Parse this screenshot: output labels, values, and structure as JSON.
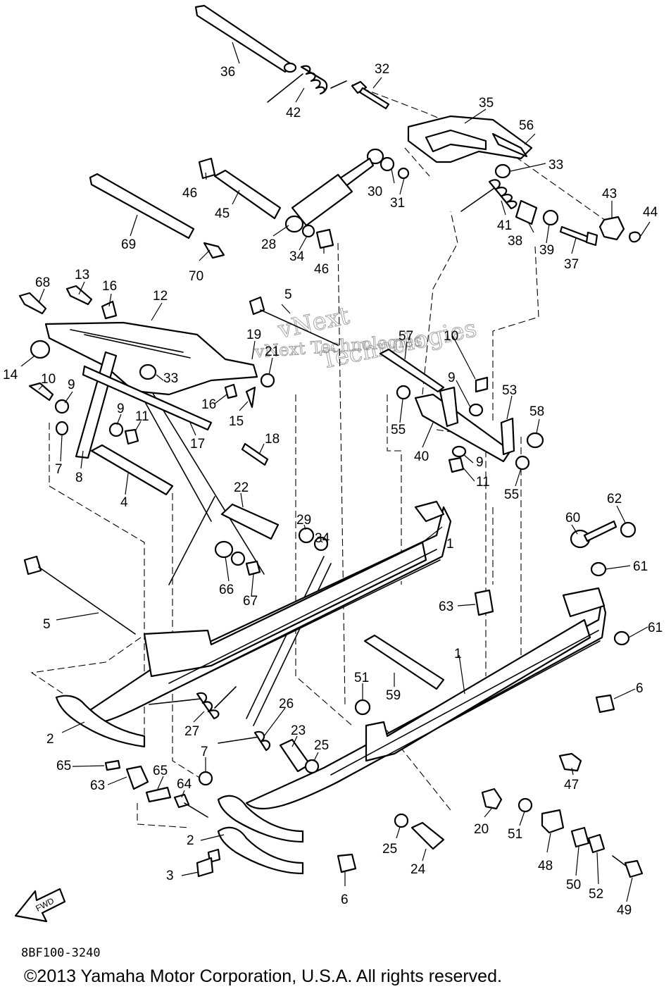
{
  "diagram": {
    "catalog_code": "8BF100-3240",
    "copyright": "©2013 Yamaha Motor Corporation, U.S.A. All rights reserved.",
    "watermark": [
      "vNext",
      "Technologies",
      "vNext Technologies"
    ],
    "fwd_label": "FWD",
    "callouts": {
      "c1a": "1",
      "c1b": "1",
      "c2a": "2",
      "c2b": "2",
      "c3": "3",
      "c4": "4",
      "c5a": "5",
      "c5b": "5",
      "c6a": "6",
      "c6b": "6",
      "c7a": "7",
      "c7b": "7",
      "c8": "8",
      "c9a": "9",
      "c9b": "9",
      "c9c": "9",
      "c9d": "9",
      "c10a": "10",
      "c10b": "10",
      "c11a": "11",
      "c11b": "11",
      "c12": "12",
      "c13": "13",
      "c14": "14",
      "c15": "15",
      "c16a": "16",
      "c16b": "16",
      "c17": "17",
      "c18": "18",
      "c19": "19",
      "c20": "20",
      "c21": "21",
      "c22": "22",
      "c23": "23",
      "c24": "24",
      "c25a": "25",
      "c25b": "25",
      "c26": "26",
      "c27": "27",
      "c28": "28",
      "c29": "29",
      "c30": "30",
      "c31": "31",
      "c32": "32",
      "c33a": "33",
      "c33b": "33",
      "c34a": "34",
      "c34b": "34",
      "c35": "35",
      "c36": "36",
      "c37": "37",
      "c38": "38",
      "c39": "39",
      "c40": "40",
      "c41": "41",
      "c42": "42",
      "c43": "43",
      "c44": "44",
      "c45": "45",
      "c46a": "46",
      "c46b": "46",
      "c47": "47",
      "c48": "48",
      "c49": "49",
      "c50": "50",
      "c51a": "51",
      "c51b": "51",
      "c52": "52",
      "c53": "53",
      "c55a": "55",
      "c55b": "55",
      "c56": "56",
      "c57": "57",
      "c58": "58",
      "c59": "59",
      "c60": "60",
      "c61a": "61",
      "c61b": "61",
      "c62": "62",
      "c63a": "63",
      "c63b": "63",
      "c64": "64",
      "c65a": "65",
      "c65b": "65",
      "c66": "66",
      "c67": "67",
      "c68": "68",
      "c69": "69",
      "c70": "70"
    }
  }
}
